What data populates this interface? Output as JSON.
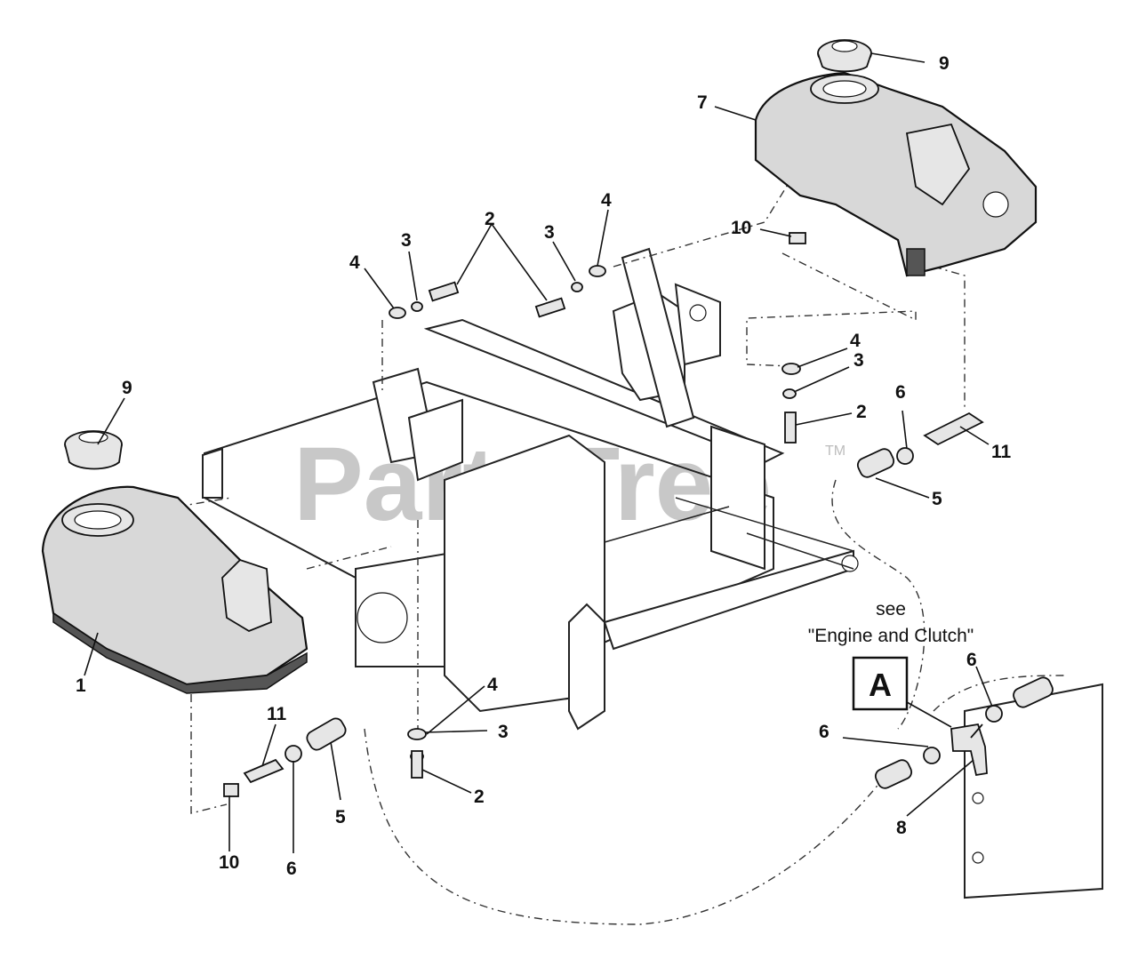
{
  "watermark": {
    "text": "PartsTree",
    "tm": "TM"
  },
  "reference": {
    "see": "see",
    "target": "\"Engine and Clutch\"",
    "box_label": "A"
  },
  "callouts": {
    "c1": "1",
    "c2a": "2",
    "c2b": "2",
    "c2c": "2",
    "c3a": "3",
    "c3b": "3",
    "c3c": "3",
    "c3d": "3",
    "c4a": "4",
    "c4b": "4",
    "c4c": "4",
    "c4d": "4",
    "c5a": "5",
    "c5b": "5",
    "c6a": "6",
    "c6b": "6",
    "c6c": "6",
    "c6d": "6",
    "c7": "7",
    "c8": "8",
    "c9a": "9",
    "c9b": "9",
    "c10a": "10",
    "c10b": "10",
    "c11a": "11",
    "c11b": "11"
  }
}
